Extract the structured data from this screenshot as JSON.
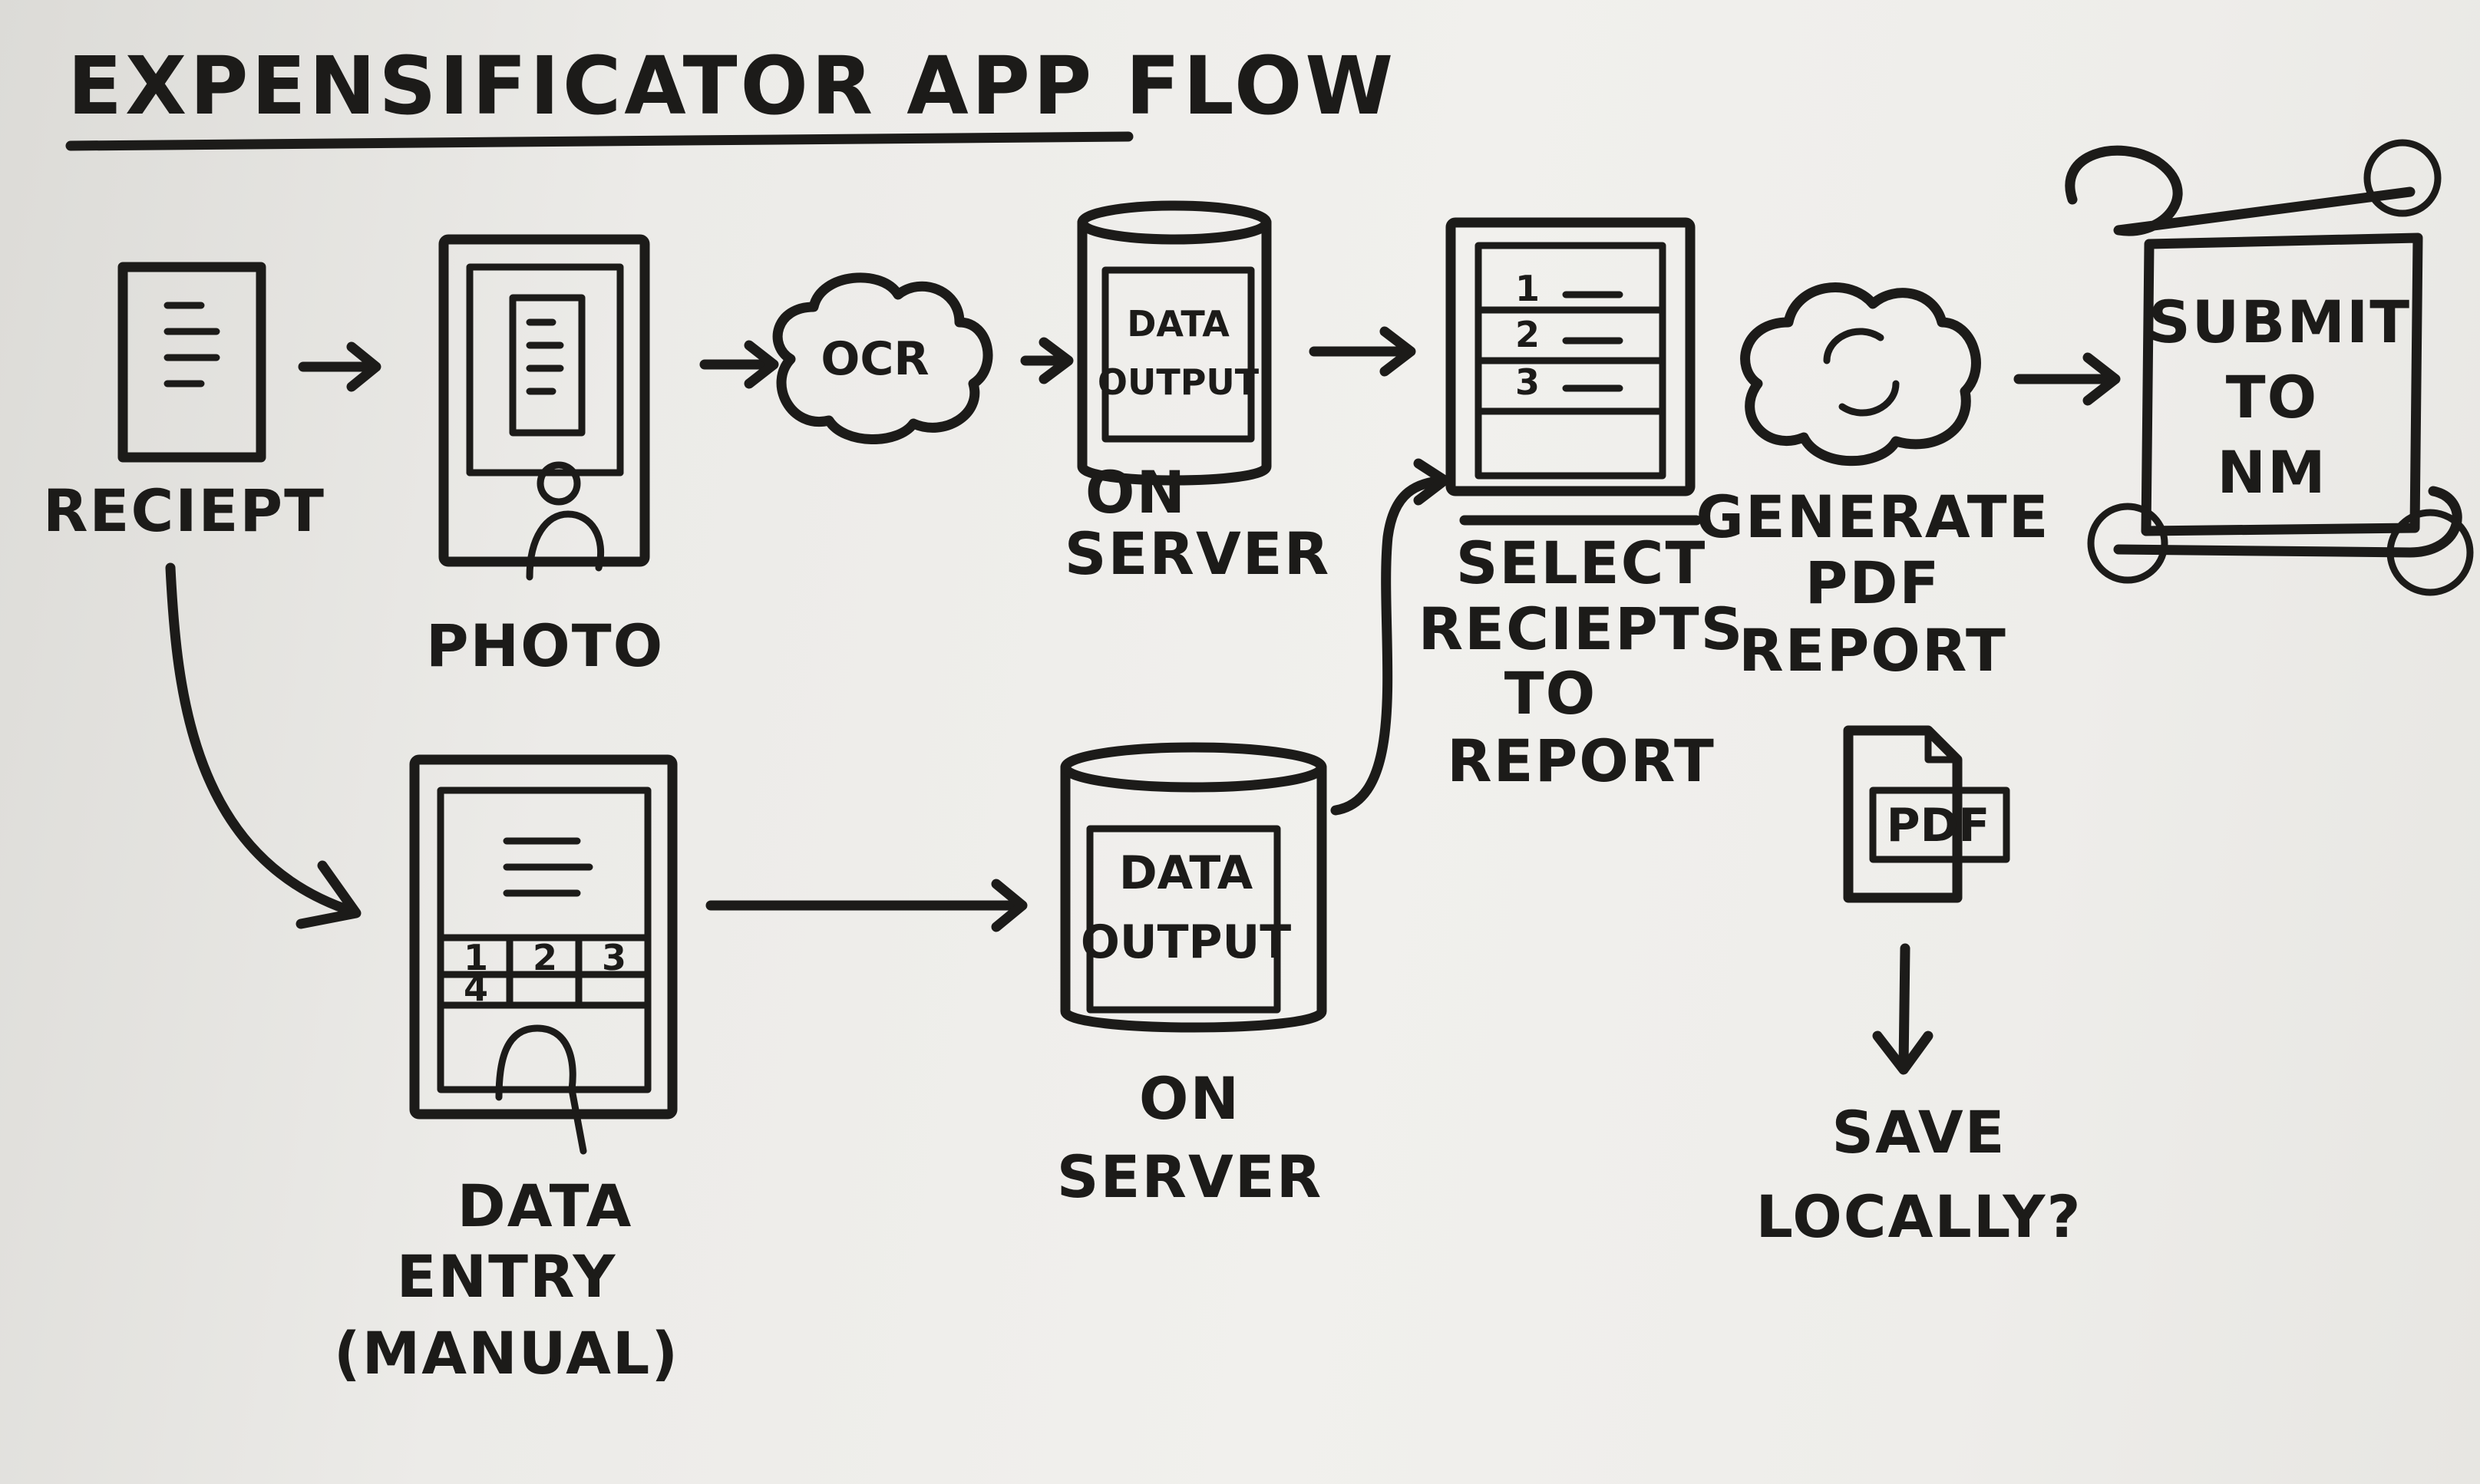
{
  "title": "EXPENSIFICATOR APP FLOW",
  "nodes": {
    "receipt": {
      "label": "RECIEPT"
    },
    "photo": {
      "label": "PHOTO"
    },
    "ocr": {
      "label": "OCR"
    },
    "server_top": {
      "screen_line1": "DATA",
      "screen_line2": "OUTPUT",
      "label_line1": "ON",
      "label_line2": "SERVER"
    },
    "data_entry": {
      "label_line1": "DATA",
      "label_line2": "ENTRY",
      "label_line3": "(MANUAL)",
      "keys": [
        "1",
        "2",
        "3",
        "4"
      ]
    },
    "server_bottom": {
      "screen_line1": "DATA",
      "screen_line2": "OUTPUT",
      "label_line1": "ON",
      "label_line2": "SERVER"
    },
    "select": {
      "label_line1": "SELECT",
      "label_line2": "RECIEPTS",
      "label_line3": "TO",
      "label_line4": "REPORT",
      "items": [
        "1",
        "2",
        "3"
      ]
    },
    "generate": {
      "label_line1": "GENERATE",
      "label_line2": "PDF",
      "label_line3": "REPORT",
      "doc_label": "PDF"
    },
    "submit": {
      "label_line1": "SUBMIT",
      "label_line2": "TO",
      "label_line3": "NM"
    },
    "save": {
      "label_line1": "SAVE",
      "label_line2": "LOCALLY?"
    }
  },
  "colors": {
    "ink": "#1c1b19",
    "paper": "#efeeeb"
  }
}
